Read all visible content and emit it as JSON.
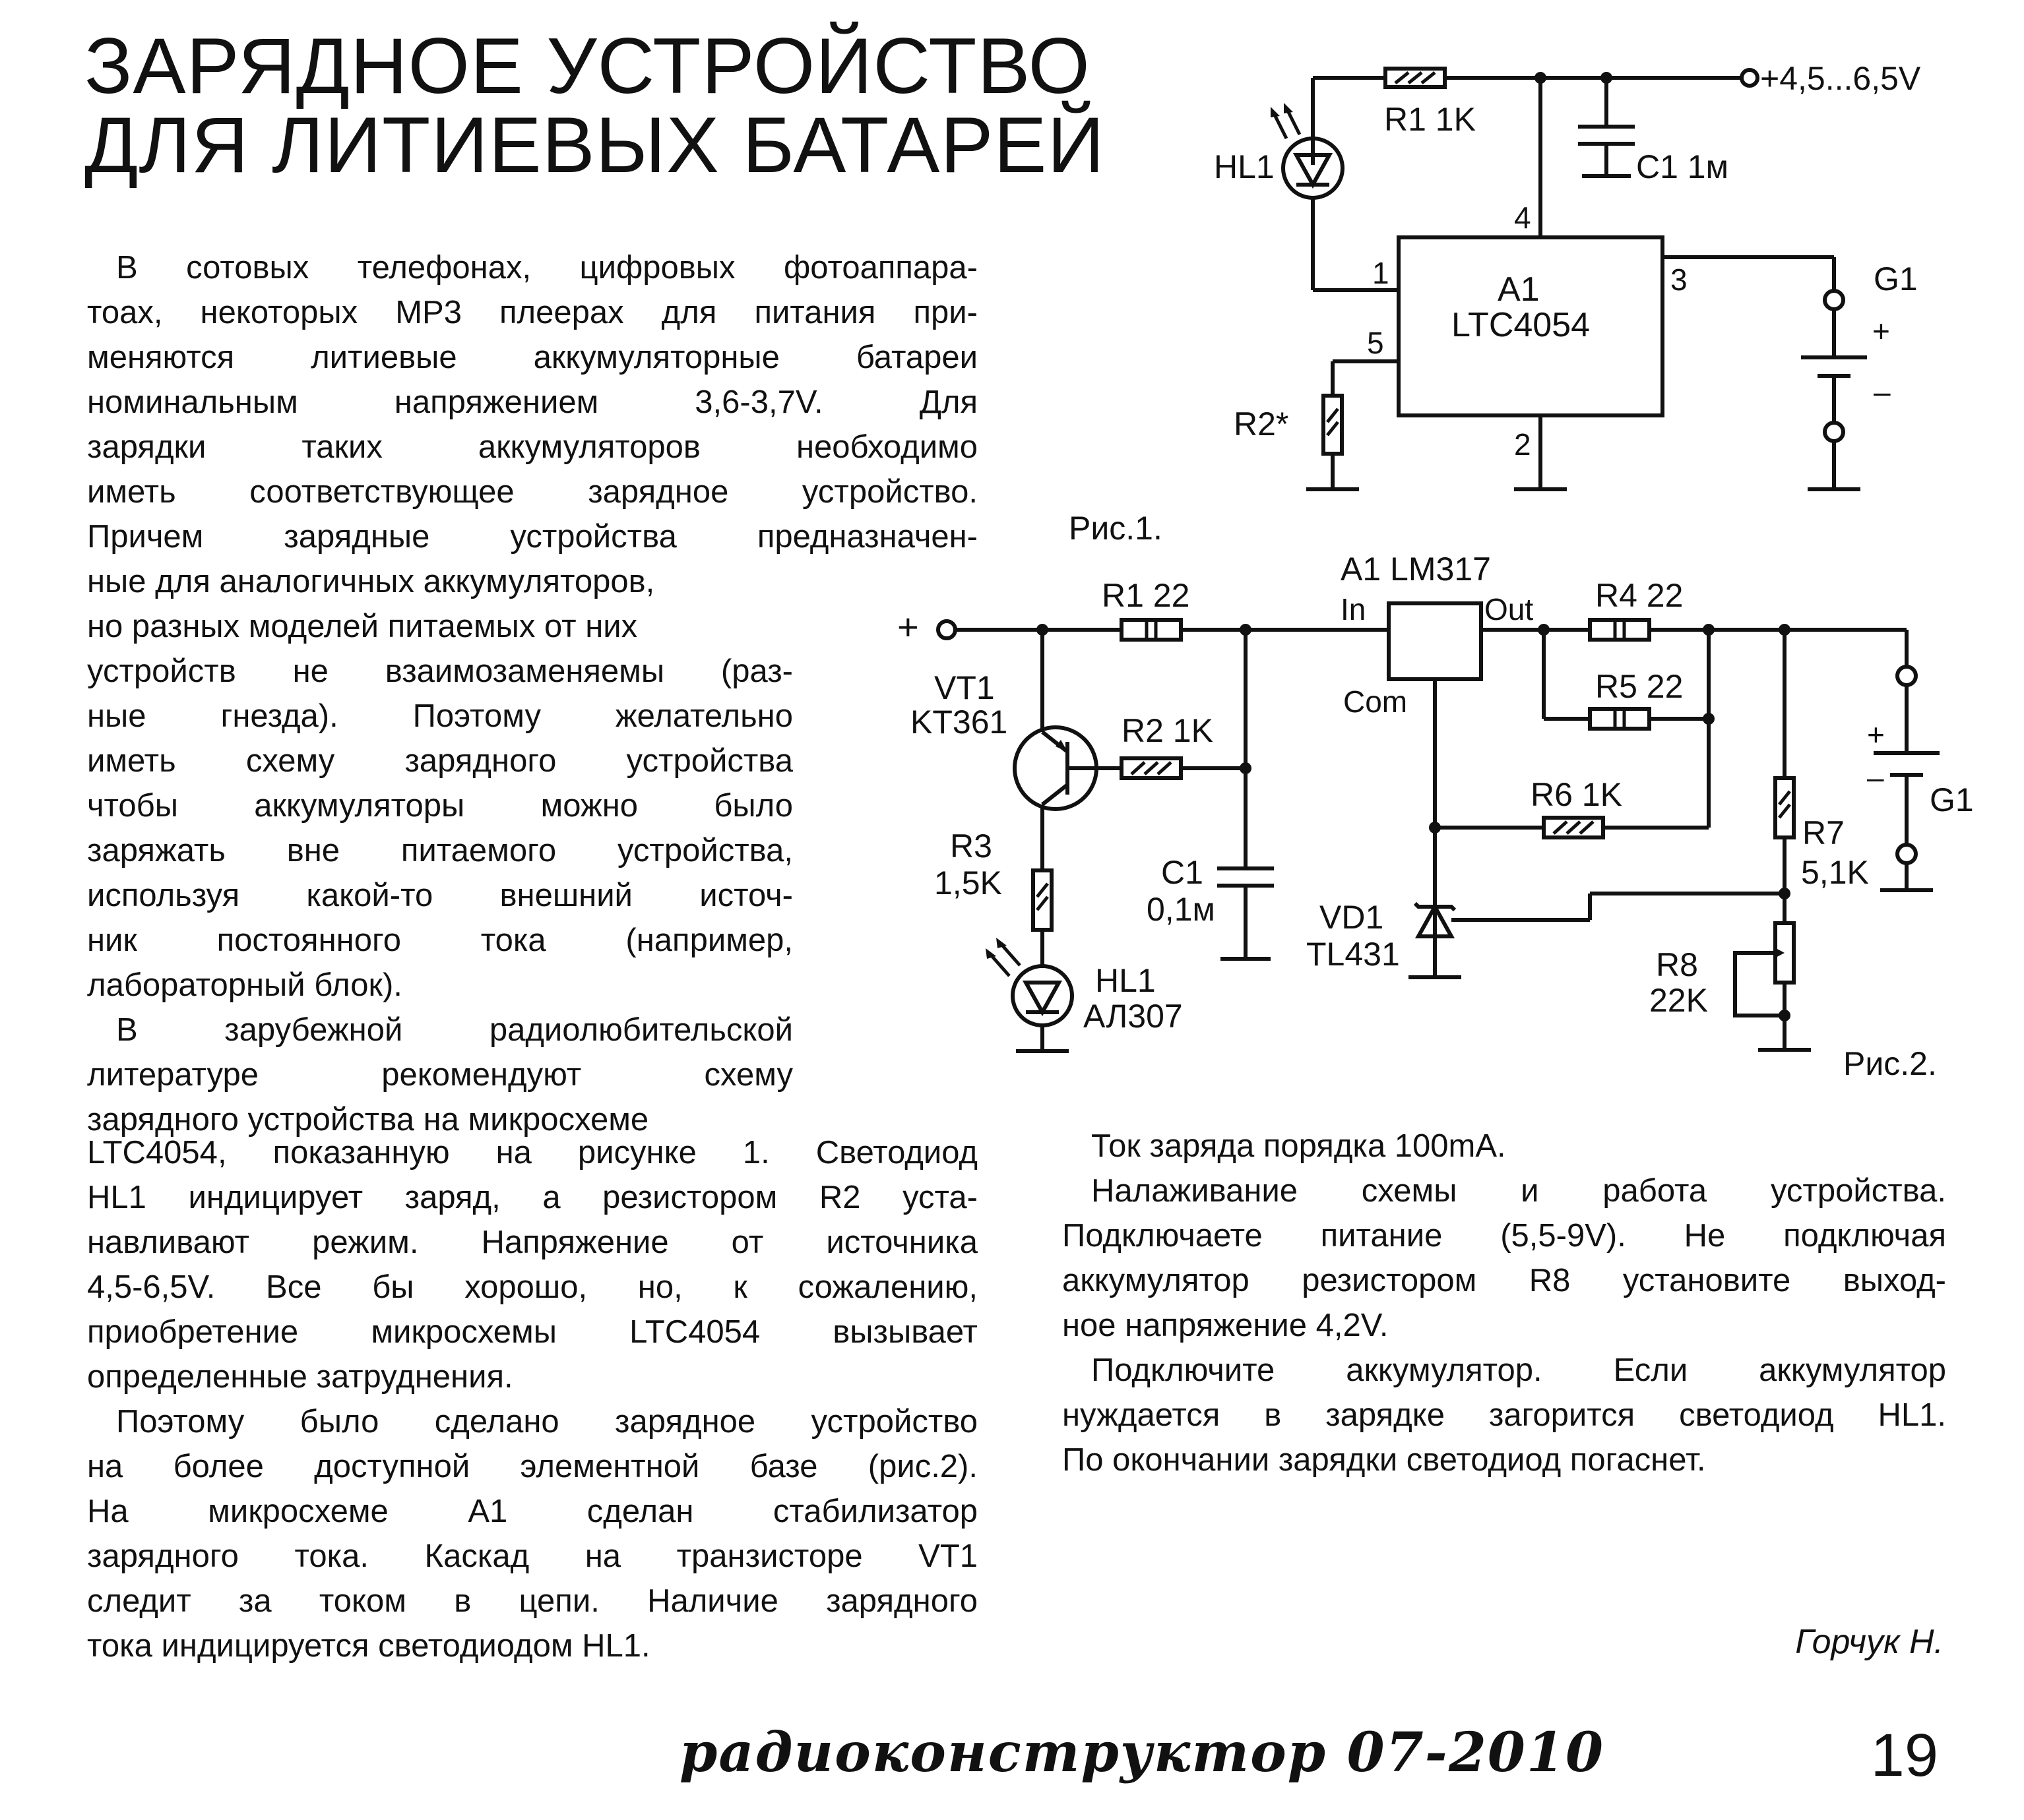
{
  "article": {
    "title_line1": "ЗАРЯДНОЕ УСТРОЙСТВО",
    "title_line2": "ДЛЯ ЛИТИЕВЫХ БАТАРЕЙ",
    "left_lines": [
      "В сотовых телефонах, цифровых фотоаппара-",
      "тоах, некоторых МР3 плеерах для питания при-",
      "меняются литиевые аккумуляторные батареи",
      "номинальным напряжением 3,6-3,7V. Для",
      "зарядки таких аккумуляторов необходимо",
      "иметь соответствующее зарядное устройство.",
      "Причем зарядные устройства предназначен-",
      "ные для аналогичных аккумуляторов,",
      "но разных моделей питаемых от них",
      "устройств не взаимозаменяемы (раз-",
      "ные гнезда). Поэтому желательно",
      "иметь схему зарядного устройства",
      "чтобы аккумуляторы можно было",
      "заряжать вне питаемого устройства,",
      "используя какой-то внешний источ-",
      "ник постоянного тока (например,",
      "лабораторный блок).",
      "В зарубежной радиолюбительской",
      "литературе рекомендуют схему",
      "зарядного устройства на микросхеме",
      "LTC4054, показанную на рисунке 1. Светодиод",
      "HL1 индицирует заряд, а резистором R2 уста-",
      "навливают режим. Напряжение от источника",
      "4,5-6,5V. Все бы хорошо, но, к сожалению,",
      "приобретение микросхемы LTC4054 вызывает",
      "определенные затруднения.",
      "Поэтому было сделано зарядное устройство",
      "на более доступной элементной базе (рис.2).",
      "На микросхеме А1 сделан стабилизатор",
      "зарядного тока. Каскад на транзисторе VT1",
      "следит за током в цепи. Наличие зарядного",
      "тока индицируется светодиодом HL1."
    ],
    "right_lines": [
      "Ток заряда порядка 100mA.",
      "Налаживание схемы и работа устройства.",
      "Подключаете питание (5,5-9V). Не подключая",
      "аккумулятор резистором R8 установите выход-",
      "ное напряжение 4,2V.",
      "Подключите аккумулятор. Если аккумулятор",
      "нуждается в зарядке загорится светодиод HL1.",
      "По окончании зарядки светодиод погаснет."
    ],
    "author": "Горчук Н.",
    "magazine": "радиоконструктор 07-2010",
    "page_number": "19"
  },
  "fig1": {
    "caption": "Рис.1.",
    "supply": "+4,5...6,5V",
    "r1": "R1 1K",
    "c1": "C1 1м",
    "hl1": "HL1",
    "ic_name": "A1",
    "ic_part": "LTC4054",
    "pin1": "1",
    "pin2": "2",
    "pin3": "3",
    "pin4": "4",
    "pin5": "5",
    "r2": "R2*",
    "battery": "G1",
    "plus": "+",
    "minus": "–"
  },
  "fig2": {
    "caption": "Рис.2.",
    "plus_in": "+",
    "r1": "R1 22",
    "ic_name": "A1 LM317",
    "pin_in": "In",
    "pin_out": "Out",
    "pin_com": "Com",
    "r4": "R4 22",
    "r5": "R5 22",
    "r6": "R6 1K",
    "vt1_name": "VT1",
    "vt1_part": "KT361",
    "r2": "R2 1K",
    "c1_name": "C1",
    "c1_value": "0,1м",
    "r3_name": "R3",
    "r3_value": "1,5K",
    "hl1_name": "HL1",
    "hl1_part": "АЛ307",
    "vd1_name": "VD1",
    "vd1_part": "TL431",
    "r7_name": "R7",
    "r7_value": "5,1K",
    "r8_name": "R8",
    "r8_value": "22K",
    "battery": "G1",
    "plus": "+",
    "minus": "–"
  }
}
